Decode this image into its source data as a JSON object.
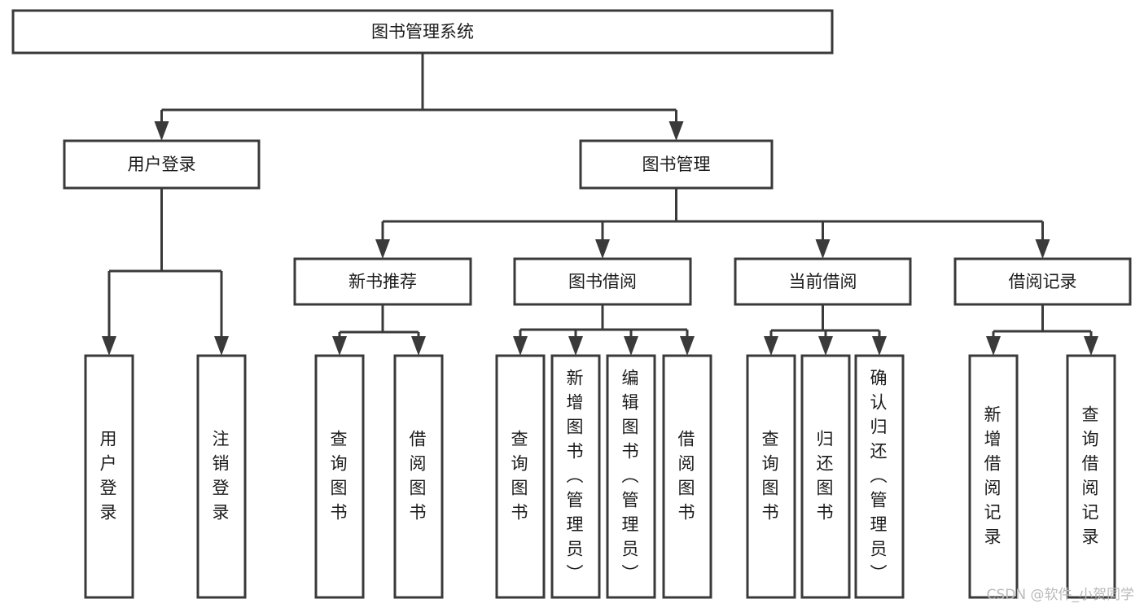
{
  "diagram": {
    "type": "tree",
    "title": "图书管理系统",
    "watermark": "CSDN @软件_小贺同学",
    "stroke_color": "#3a3a3a",
    "text_color": "#1b1b1b",
    "background_color": "#ffffff",
    "root": {
      "id": "root",
      "label": "图书管理系统"
    },
    "level1": [
      {
        "id": "user-login",
        "label": "用户登录"
      },
      {
        "id": "book-manage",
        "label": "图书管理"
      }
    ],
    "level2": [
      {
        "id": "new-book-rec",
        "label": "新书推荐",
        "parent": "book-manage"
      },
      {
        "id": "book-borrow",
        "label": "图书借阅",
        "parent": "book-manage"
      },
      {
        "id": "current-borrow",
        "label": "当前借阅",
        "parent": "book-manage"
      },
      {
        "id": "borrow-record",
        "label": "借阅记录",
        "parent": "book-manage"
      }
    ],
    "leaves": {
      "user-login": [
        {
          "id": "leaf-user-login",
          "label": "用户登录"
        },
        {
          "id": "leaf-logout",
          "label": "注销登录"
        }
      ],
      "new-book-rec": [
        {
          "id": "leaf-query-book-1",
          "label": "查询图书"
        },
        {
          "id": "leaf-borrow-book-1",
          "label": "借阅图书"
        }
      ],
      "book-borrow": [
        {
          "id": "leaf-query-book-2",
          "label": "查询图书"
        },
        {
          "id": "leaf-add-book",
          "label": "新增图书（管理员）"
        },
        {
          "id": "leaf-edit-book",
          "label": "编辑图书（管理员）"
        },
        {
          "id": "leaf-borrow-book-2",
          "label": "借阅图书"
        }
      ],
      "current-borrow": [
        {
          "id": "leaf-query-book-3",
          "label": "查询图书"
        },
        {
          "id": "leaf-return-book",
          "label": "归还图书"
        },
        {
          "id": "leaf-confirm-return",
          "label": "确认归还（管理员）"
        }
      ],
      "borrow-record": [
        {
          "id": "leaf-add-record",
          "label": "新增借阅记录"
        },
        {
          "id": "leaf-query-record",
          "label": "查询借阅记录"
        }
      ]
    }
  }
}
